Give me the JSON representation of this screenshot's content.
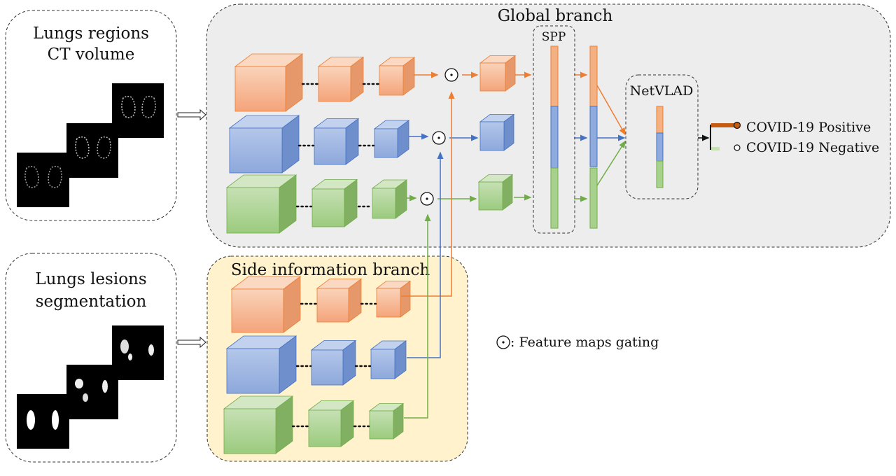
{
  "inputs": {
    "ct_title_line1": "Lungs regions",
    "ct_title_line2": "CT volume",
    "seg_title_line1": "Lungs lesions",
    "seg_title_line2": "segmentation"
  },
  "branches": {
    "global_title": "Global branch",
    "side_title": "Side information branch"
  },
  "modules": {
    "spp_label": "SPP",
    "netvlad_label": "NetVLAD"
  },
  "outputs": {
    "positive": "COVID-19 Positive",
    "negative": "COVID-19 Negative"
  },
  "legend": {
    "gating_symbol": "⊙",
    "gating_text": ": Feature maps gating"
  },
  "colors": {
    "orange_stream": "#F4B183",
    "blue_stream": "#8FAADC",
    "green_stream": "#A9D18E",
    "orange_arrow": "#ED7D31",
    "blue_arrow": "#4472C4",
    "green_arrow": "#70AD47",
    "global_panel": "#EDEDED",
    "side_panel": "#FFF2CC",
    "positive_marker": "#C55A11"
  }
}
